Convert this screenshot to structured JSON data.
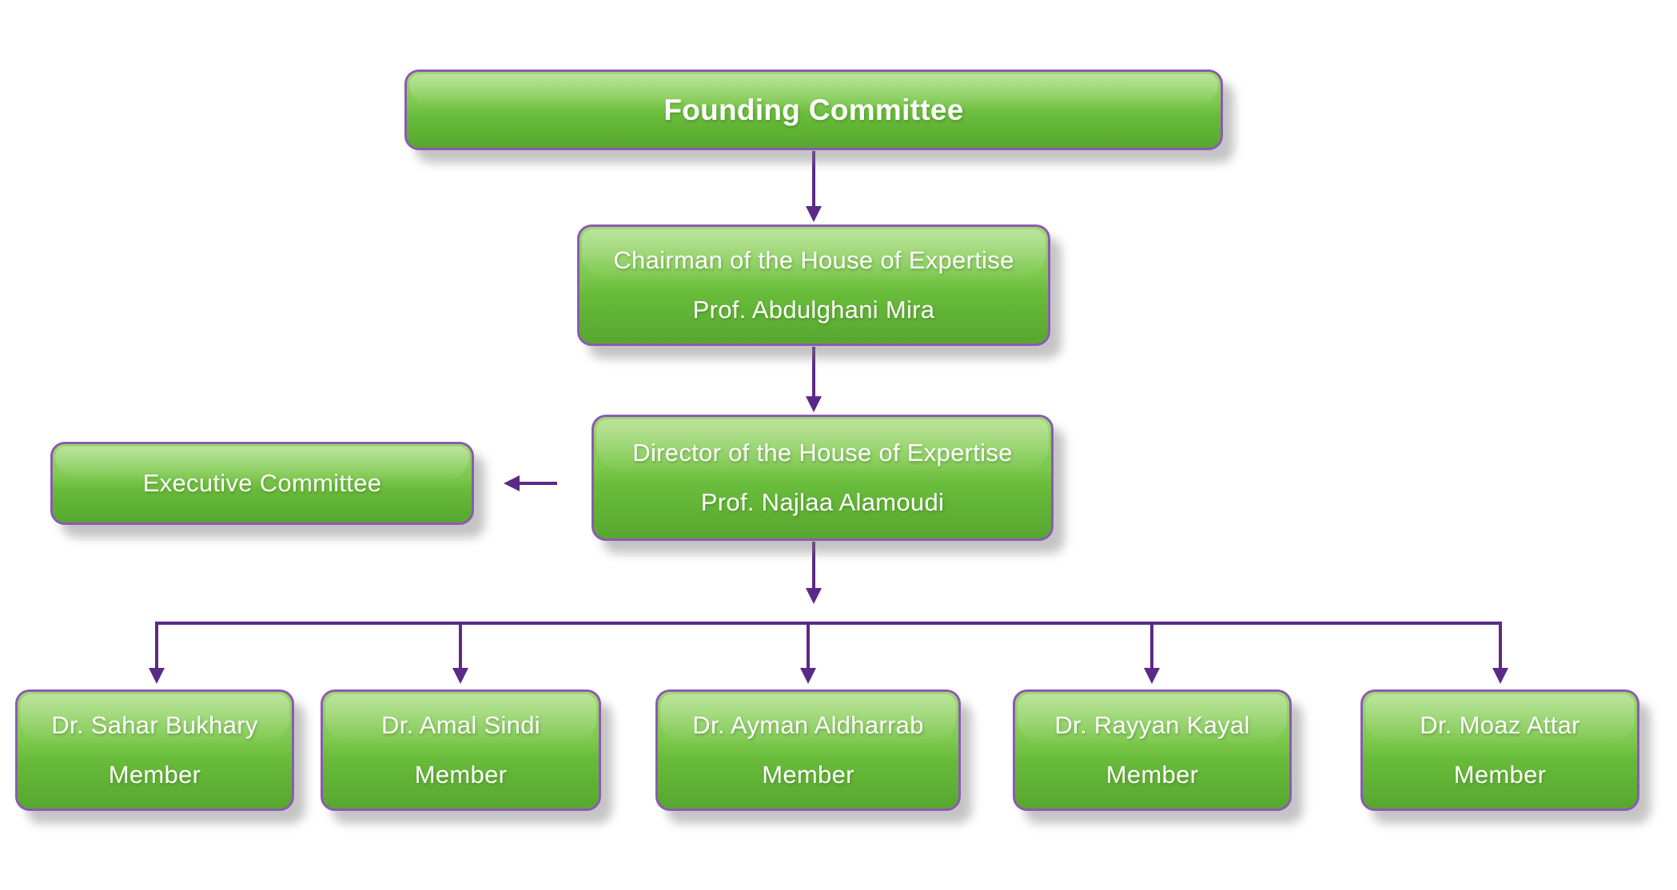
{
  "nodes": {
    "founding": {
      "label": "Founding Committee"
    },
    "chairman": {
      "line1": "Chairman of the House of Expertise",
      "line2": "Prof. Abdulghani Mira"
    },
    "director": {
      "line1": "Director of the House of Expertise",
      "line2": "Prof. Najlaa Alamoudi"
    },
    "executive": {
      "label": "Executive Committee"
    },
    "members": [
      {
        "name": "Dr. Sahar Bukhary",
        "role": "Member"
      },
      {
        "name": "Dr. Amal Sindi",
        "role": "Member"
      },
      {
        "name": "Dr. Ayman Aldharrab",
        "role": "Member"
      },
      {
        "name": "Dr. Rayyan Kayal",
        "role": "Member"
      },
      {
        "name": "Dr. Moaz Attar",
        "role": "Member"
      }
    ]
  },
  "colors": {
    "box_fill_top": "#a0d973",
    "box_fill_bottom": "#57a72f",
    "box_border": "#8e58b5",
    "connector": "#5b2a86",
    "text": "#ffffff",
    "background": "#ffffff"
  }
}
